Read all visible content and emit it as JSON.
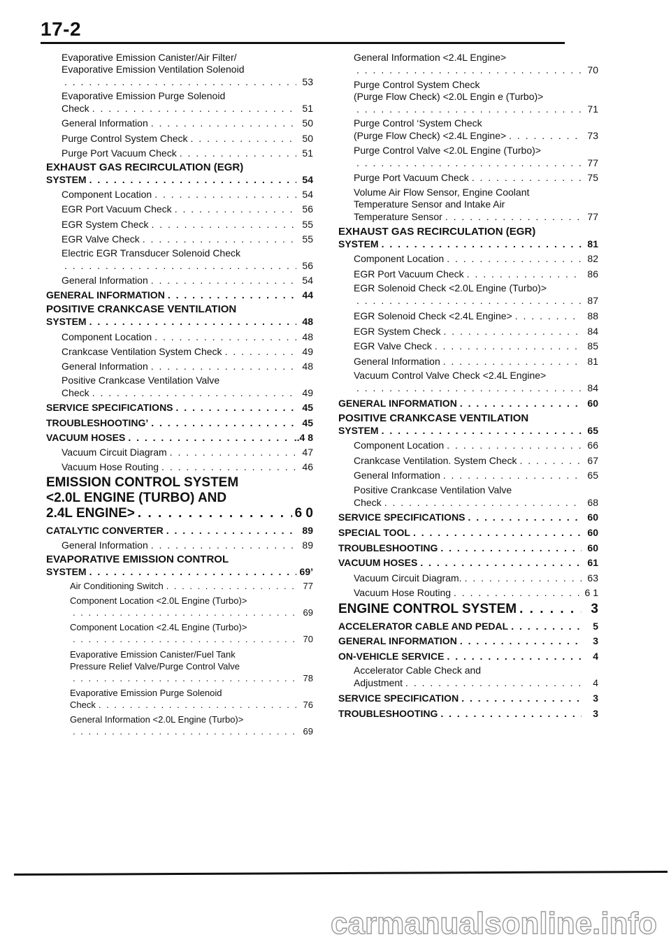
{
  "page_number": "17-2",
  "left_column": [
    {
      "type": "sub",
      "text_lines": [
        "Evaporative Emission Canister/Air Filter/",
        "Evaporative Emission Ventilation Solenoid"
      ],
      "page": "53"
    },
    {
      "type": "sub",
      "text_lines": [
        "Evaporative Emission Purge Solenoid"
      ],
      "tail": "Check",
      "page": "51"
    },
    {
      "type": "sub",
      "label": "General Information",
      "page": "50"
    },
    {
      "type": "sub",
      "label": "Purge Control System Check",
      "page": "50"
    },
    {
      "type": "sub",
      "label": "Purge Port Vacuum Check",
      "page": "51"
    },
    {
      "type": "sec",
      "text_lines": [
        "EXHAUST GAS RECIRCULATION (EGR)"
      ],
      "tail": "SYSTEM",
      "page": "54"
    },
    {
      "type": "sub",
      "label": "Component Location",
      "page": "54"
    },
    {
      "type": "sub",
      "label": "EGR Port Vacuum Check",
      "page": "56"
    },
    {
      "type": "sub",
      "label": "EGR System Check",
      "page": "55"
    },
    {
      "type": "sub",
      "label": "EGR Valve Check",
      "page": "55"
    },
    {
      "type": "sub",
      "text_lines": [
        "Electric EGR Transducer Solenoid Check"
      ],
      "tail": "",
      "page": "56"
    },
    {
      "type": "sub",
      "label": "General Information",
      "page": "54"
    },
    {
      "type": "sec",
      "label": "GENERAL INFORMATION",
      "page": "44"
    },
    {
      "type": "sec",
      "text_lines": [
        "POSITIVE CRANKCASE VENTILATION"
      ],
      "tail": "SYSTEM",
      "page": "48"
    },
    {
      "type": "sub",
      "label": "Component Location",
      "page": "48"
    },
    {
      "type": "sub",
      "label": "Crankcase Ventilation System Check",
      "page": "49"
    },
    {
      "type": "sub",
      "label": "General Information",
      "page": "48"
    },
    {
      "type": "sub",
      "text_lines": [
        "Positive Crankcase Ventilation Valve"
      ],
      "tail": "Check",
      "page": "49"
    },
    {
      "type": "sec",
      "label": "SERVICE SPECIFICATIONS",
      "page": "45"
    },
    {
      "type": "sec",
      "label": "TROUBLESHOOTING’",
      "page": "45"
    },
    {
      "type": "sec",
      "label": "VACUUM HOSES",
      "page": "..4 8"
    },
    {
      "type": "sub",
      "label": "Vacuum Circuit Diagram",
      "page": "47"
    },
    {
      "type": "sub",
      "label": "Vacuum Hose Routing",
      "page": "46"
    },
    {
      "type": "major",
      "text_lines": [
        "EMISSION CONTROL SYSTEM",
        "<2.0L ENGINE (TURBO) AND"
      ],
      "tail": "2.4L ENGINE>",
      "page": "6 0"
    },
    {
      "type": "sec",
      "label": "CATALYTIC CONVERTER",
      "page": "89"
    },
    {
      "type": "sub",
      "label": "General Information",
      "page": "89"
    },
    {
      "type": "sec",
      "text_lines": [
        "EVAPORATIVE EMISSION CONTROL"
      ],
      "tail": "SYSTEM",
      "page": "69’"
    },
    {
      "type": "sub2",
      "label": "Air Conditioning Switch",
      "page": "77"
    },
    {
      "type": "sub2",
      "text_lines": [
        "Component Location <2.0L Engine (Turbo)>"
      ],
      "tail": "",
      "page": "69"
    },
    {
      "type": "sub2",
      "text_lines": [
        "Component Location <2.4L Engine (Turbo)>"
      ],
      "tail": "",
      "page": "70"
    },
    {
      "type": "sub2",
      "text_lines": [
        "Evaporative Emission Canister/Fuel Tank",
        "Pressure Relief Valve/Purge Control Valve"
      ],
      "tail": "",
      "page": "78"
    },
    {
      "type": "sub2",
      "text_lines": [
        "Evaporative Emission Purge Solenoid"
      ],
      "tail": "Check",
      "page": "76"
    },
    {
      "type": "sub2",
      "text_lines": [
        "General Information <2.0L Engine (Turbo)>"
      ],
      "tail": "",
      "page": "69"
    }
  ],
  "right_column": [
    {
      "type": "sub",
      "text_lines": [
        "General Information <2.4L Engine>"
      ],
      "tail": "",
      "page": "70"
    },
    {
      "type": "sub",
      "text_lines": [
        "Purge Control System Check",
        "(Purge Flow Check) <2.0L Engin e (Turbo)>"
      ],
      "tail": "",
      "page": "71"
    },
    {
      "type": "sub",
      "text_lines": [
        "Purge Control ‘System Check"
      ],
      "tail": "(Purge Flow Check) <2.4L Engine>",
      "page": "73"
    },
    {
      "type": "sub",
      "text_lines": [
        "Purge Control Valve <2.0L Engine (Turbo)>"
      ],
      "tail": "",
      "page": "77"
    },
    {
      "type": "sub",
      "label": "Purge Port Vacuum Check",
      "page": "75"
    },
    {
      "type": "sub",
      "text_lines": [
        "Volume Air Flow Sensor, Engine Coolant",
        "Temperature Sensor and Intake Air"
      ],
      "tail": "Temperature Sensor",
      "page": "77"
    },
    {
      "type": "sec",
      "text_lines": [
        "EXHAUST GAS RECIRCULATION (EGR)"
      ],
      "tail": "SYSTEM",
      "page": "81"
    },
    {
      "type": "sub",
      "label": "Component Location",
      "page": "82"
    },
    {
      "type": "sub",
      "label": "EGR Port Vacuum Check",
      "page": "86"
    },
    {
      "type": "sub",
      "text_lines": [
        "EGR Solenoid Check <2.0L Engine (Turbo)>"
      ],
      "tail": "",
      "page": "87"
    },
    {
      "type": "sub",
      "label": "EGR Solenoid Check <2.4L Engine>",
      "page": "88"
    },
    {
      "type": "sub",
      "label": "EGR System Check",
      "page": "84"
    },
    {
      "type": "sub",
      "label": "EGR Valve Check",
      "page": "85"
    },
    {
      "type": "sub",
      "label": "General Information",
      "page": "81"
    },
    {
      "type": "sub",
      "text_lines": [
        "Vacuum Control Valve Check <2.4L Engine>"
      ],
      "tail": "",
      "page": "84"
    },
    {
      "type": "sec",
      "label": "GENERAL INFORMATION",
      "page": "60"
    },
    {
      "type": "sec",
      "text_lines": [
        "POSITIVE CRANKCASE VENTILATION"
      ],
      "tail": "SYSTEM",
      "page": "65"
    },
    {
      "type": "sub",
      "label": "Component Location",
      "page": "66"
    },
    {
      "type": "sub",
      "label": "Crankcase Ventilation. System Check",
      "page": "67"
    },
    {
      "type": "sub",
      "label": "General Information",
      "page": "65"
    },
    {
      "type": "sub",
      "text_lines": [
        "Positive Crankcase Ventilation Valve"
      ],
      "tail": "Check",
      "page": "68"
    },
    {
      "type": "sec",
      "label": "SERVICE SPECIFICATIONS",
      "page": "60"
    },
    {
      "type": "sec",
      "label": "SPECIAL TOOL",
      "page": "60"
    },
    {
      "type": "sec",
      "label": "TROUBLESHOOTING",
      "page": "60"
    },
    {
      "type": "sec",
      "label": "VACUUM HOSES",
      "page": "61"
    },
    {
      "type": "sub",
      "label": "Vacuum Circuit Diagram.",
      "page": "63"
    },
    {
      "type": "sub",
      "label": "Vacuum Hose Routing",
      "page": "6 1"
    },
    {
      "type": "major",
      "label": "ENGINE CONTROL SYSTEM",
      "page": "3"
    },
    {
      "type": "sec",
      "label": "ACCELERATOR CABLE AND PEDAL",
      "page": "5"
    },
    {
      "type": "sec",
      "label": "GENERAL INFORMATION",
      "page": "3"
    },
    {
      "type": "sec",
      "label": "ON-VEHICLE SERVICE",
      "page": "4"
    },
    {
      "type": "sub",
      "text_lines": [
        "Accelerator Cable Check and"
      ],
      "tail": "Adjustment",
      "page": "4"
    },
    {
      "type": "sec",
      "label": "SERVICE SPECIFICATION",
      "page": "3"
    },
    {
      "type": "sec",
      "label": "TROUBLESHOOTING",
      "page": "3"
    }
  ],
  "footer_watermark": "carmanualsonline.info"
}
